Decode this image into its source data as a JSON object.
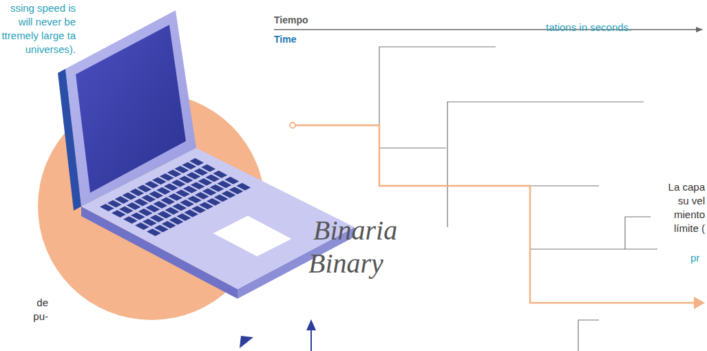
{
  "diagram": {
    "labels": [
      "ssing speed is will never be ttremely large ta universes).",
      "tations in seconds.",
      "Tiempo",
      "Time",
      "La capa su vel miento límite (",
      "pr",
      "Binaria",
      "Binary",
      "de pu-"
    ]
  }
}
